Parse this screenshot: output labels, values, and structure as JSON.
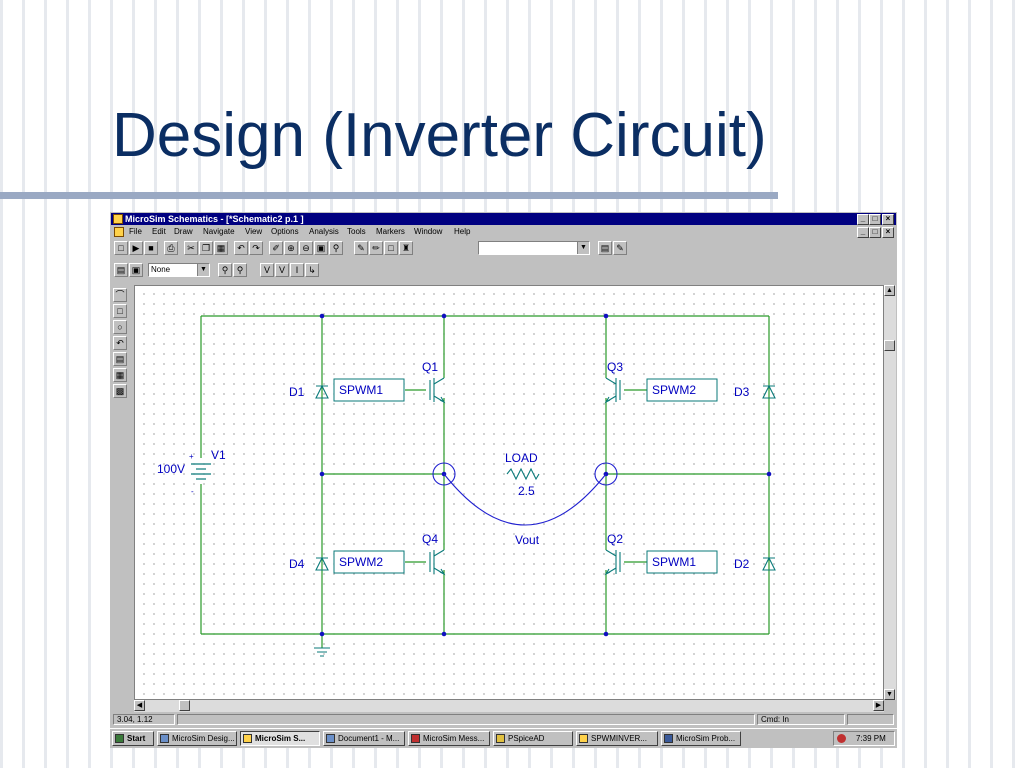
{
  "slide": {
    "title": "Design (Inverter Circuit)"
  },
  "window": {
    "title": "MicroSim Schematics - [*Schematic2  p.1   ]",
    "controls": {
      "minimize": "_",
      "restore": "□",
      "close": "×"
    }
  },
  "menu": [
    "File",
    "Edit",
    "Draw",
    "Navigate",
    "View",
    "Options",
    "Analysis",
    "Tools",
    "Markers",
    "Window",
    "Help"
  ],
  "toolbar": {
    "attr_combo": "None",
    "part_combo": ""
  },
  "schematic": {
    "source": {
      "name": "V1",
      "value": "100V",
      "plus": "+",
      "minus": "-"
    },
    "diodes": [
      "D1",
      "D3",
      "D4",
      "D2"
    ],
    "switches": [
      "Q1",
      "Q3",
      "Q4",
      "Q2"
    ],
    "gate_drives": [
      "SPWM1",
      "SPWM2",
      "SPWM2",
      "SPWM1"
    ],
    "load": {
      "name": "LOAD",
      "value": "2.5"
    },
    "probe_label": "Vout"
  },
  "status": {
    "coords": "3.04, 1.12",
    "mode": "Cmd: In"
  },
  "taskbar": {
    "start": "Start",
    "tasks": [
      "MicroSim Desig...",
      "MicroSim S...",
      "Document1 - M...",
      "MicroSim Mess...",
      "PSpiceAD",
      "SPWMINVER...",
      "MicroSim Prob..."
    ],
    "active_index": 1,
    "clock": "7:39 PM"
  },
  "colors": {
    "title": "#0b2e63",
    "wire": "#2a9a2a",
    "junction": "#1010c0",
    "component": "#0a7a7a",
    "probe": "#2020d0",
    "label": "#0000c0"
  }
}
